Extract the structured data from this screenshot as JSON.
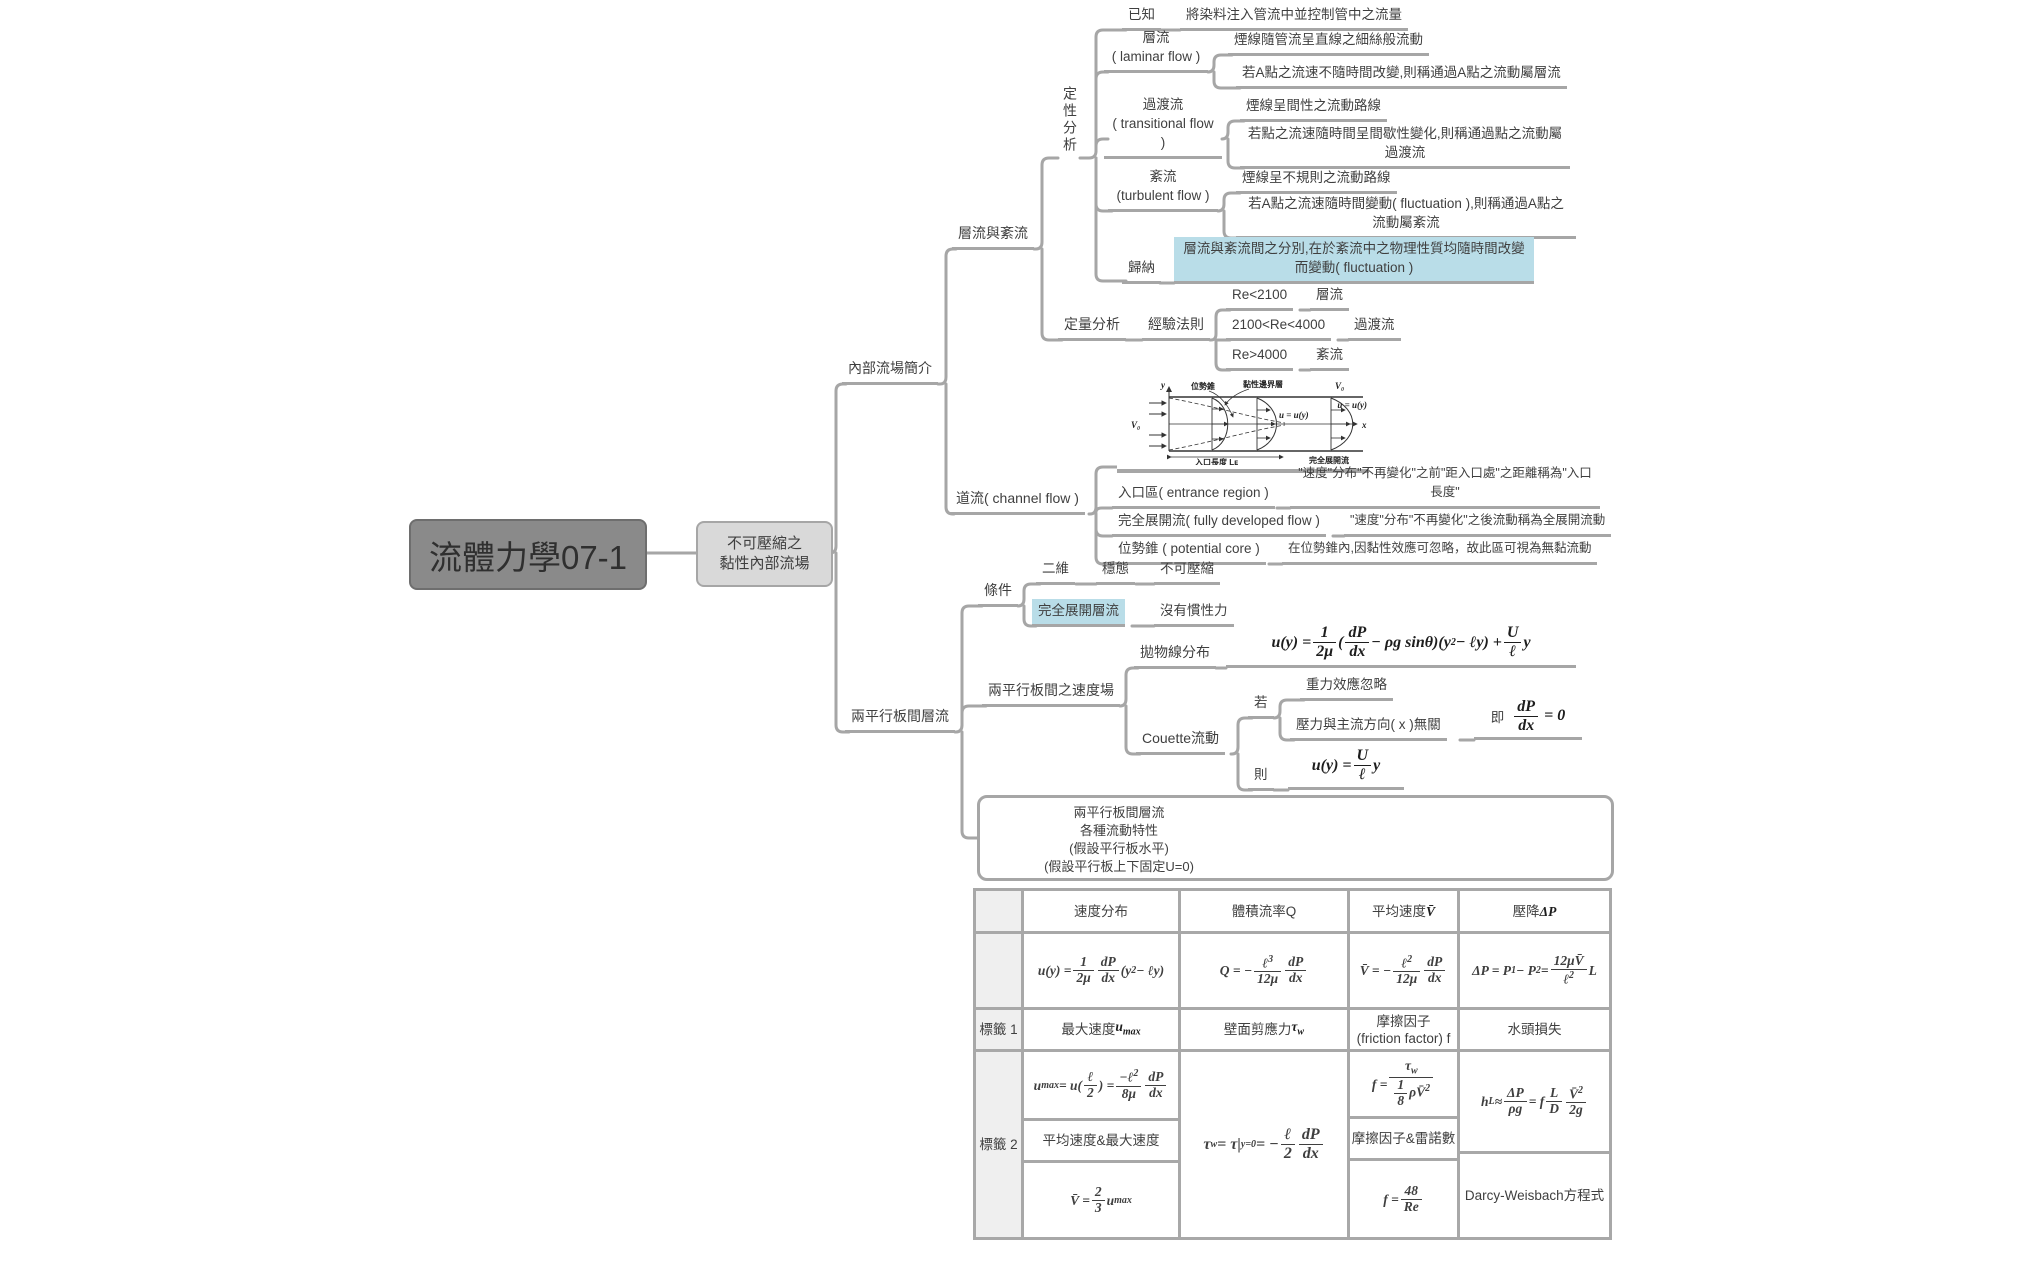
{
  "palette": {
    "line": "#a6a6a6",
    "text": "#3f3f3f",
    "highlight": "#b9dde8",
    "root_bg": "#8a8a8a",
    "theme_bg": "#d9d9d9",
    "table_line": "#a8a8a8",
    "label_cell_bg": "#efefef"
  },
  "root": {
    "title": "流體力學07-1"
  },
  "theme_node": {
    "label": "不可壓縮之\n黏性內部流場"
  },
  "branches": {
    "intro": {
      "label": "內部流場簡介"
    },
    "laminar_turbulent": {
      "label": "層流與紊流",
      "qualitative": {
        "label": "定性分析",
        "known": {
          "label": "已知",
          "desc": "將染料注入管流中並控制管中之流量"
        },
        "laminar": {
          "label": "層流\n( laminar flow )",
          "d1": "煙線隨管流呈直線之細絲般流動",
          "d2": "若A點之流速不隨時間改變,則稱通過A點之流動屬層流"
        },
        "transitional": {
          "label": "過渡流\n( transitional flow )",
          "d1": "煙線呈間性之流動路線",
          "d2": "若點之流速隨時間呈間歇性變化,則稱通過點之流動屬過渡流"
        },
        "turbulent": {
          "label": "紊流\n(turbulent flow )",
          "d1": "煙線呈不規則之流動路線",
          "d2": "若A點之流速隨時間變動( fluctuation ),則稱通過A點之流動屬紊流"
        },
        "summary": {
          "label": "歸納",
          "desc": "層流與紊流間之分別,在於紊流中之物理性質均隨時間改變而變動( fluctuation )"
        }
      },
      "quantitative": {
        "label": "定量分析",
        "rule": "經驗法則",
        "ranges": [
          {
            "range": "Re<2100",
            "regime": "層流"
          },
          {
            "range": "2100<Re<4000",
            "regime": "過渡流"
          },
          {
            "range": "Re>4000",
            "regime": "紊流"
          }
        ]
      }
    },
    "channel": {
      "label": "道流( channel flow )",
      "figure": {
        "y": "y",
        "x": "x",
        "v0_left": "V₀",
        "v0_right": "V₀",
        "potential_core": "位勢錐",
        "boundary_layer": "黏性邊界層",
        "u_profile": "u = u(y)",
        "u_profile2": "u = u(y)",
        "entrance_length": "入口長度 Lᴇ",
        "developed": "完全展開流"
      },
      "entrance": {
        "label": "入口區( entrance region )",
        "desc": "\"速度\"分布\"不再變化\"之前\"距入口處\"之距離稱為\"入口長度\""
      },
      "developed": {
        "label": "完全展開流( fully developed flow )",
        "desc": "\"速度\"分布\"不再變化\"之後流動稱為全展開流動"
      },
      "potential": {
        "label": "位勢錐 ( potential core )",
        "desc": "在位勢錐內,因黏性效應可忽略，故此區可視為無黏流動"
      }
    },
    "parallel": {
      "label": "兩平行板間層流",
      "conditions": {
        "label": "條件",
        "row1": [
          "二維",
          "穩態",
          "不可壓縮"
        ],
        "row2": [
          "完全展開層流",
          "沒有慣性力"
        ]
      },
      "velocity_field": {
        "label": "兩平行板間之速度場",
        "parabola": {
          "label": "拋物線分布",
          "formula": "u(y) = #f{1}{2μ}(#f{dP}{dx} − ρg sinθ)(y#s{2} − ℓy) + #f{U}{ℓ}y"
        },
        "couette": {
          "label": "Couette流動",
          "if_label": "若",
          "gravity": "重力效應忽略",
          "pressure": "壓力與主流方向( x )無關",
          "implies_prefix": "即",
          "implies_formula": "#f{dP}{dx} = 0",
          "then_label": "則",
          "formula": "u(y) = #f{U}{ℓ}y"
        }
      },
      "table_node": {
        "title": "兩平行板間層流\n各種流動特性\n(假設平行板水平)\n(假設平行板上下固定U=0)",
        "headers": [
          "",
          "速度分布",
          "體積流率Q",
          "平均速度  #m{V̄}",
          "壓降  #m{ΔP}"
        ],
        "row_formulas": [
          "u(y) = #f{1}{2μ} #f{dP}{dx}(y#s{2} − ℓy)",
          "Q = −#f{ℓ#s{3}}{12μ} #f{dP}{dx}",
          "V̄ = −#f{ℓ#s{2}}{12μ} #f{dP}{dx}",
          "ΔP = P#b{1} − P#b{2} = #f{12μV̄}{ℓ#s{2}}L"
        ],
        "label1": "標籤 1",
        "row_names": [
          "最大速度  #m{u#b{max}}",
          "壁面剪應力  #m{τ#b{w}}",
          "摩擦因子\n(friction factor) f",
          "水頭損失"
        ],
        "label2": "標籤 2",
        "umax_formula": "u#b{max} = u(#f{ℓ}{2}) = #f{−ℓ#s{2}}{8μ} #f{dP}{dx}",
        "avg_max": "平均速度&最大速度",
        "vbar_umax": "V̄ = #f{2}{3}u#b{max}",
        "tau_formula": "τ#b{w} = τ|#b{y=0} = −#f{ℓ}{2} #f{dP}{dx}",
        "f_formula": "f = #f{τ#b{w}}{#f{1}{8}ρV̄#s{2}}",
        "f_re": "摩擦因子&雷諾數",
        "f48": "f = #f{48}{Re}",
        "hl_formula": "h#b{L} ≈ #f{ΔP}{ρg} = f#f{L}{D} #f{V̄#s{2}}{2g}",
        "darcy": "Darcy-Weisbach方程式"
      }
    }
  }
}
